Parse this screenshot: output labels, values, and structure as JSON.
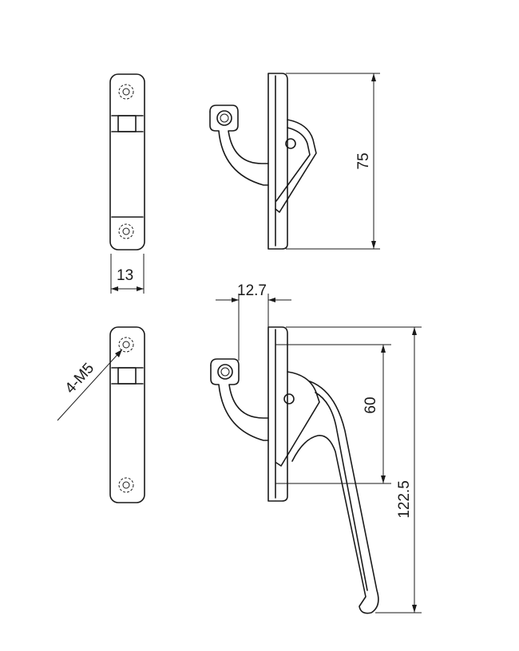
{
  "dimensions": {
    "width_top": "13",
    "height_top": "75",
    "screw": "4-M5",
    "offset": "12.7",
    "hole_spacing": "60",
    "total_length": "122.5"
  },
  "colors": {
    "ink": "#1a1a1a",
    "background": "#ffffff"
  }
}
